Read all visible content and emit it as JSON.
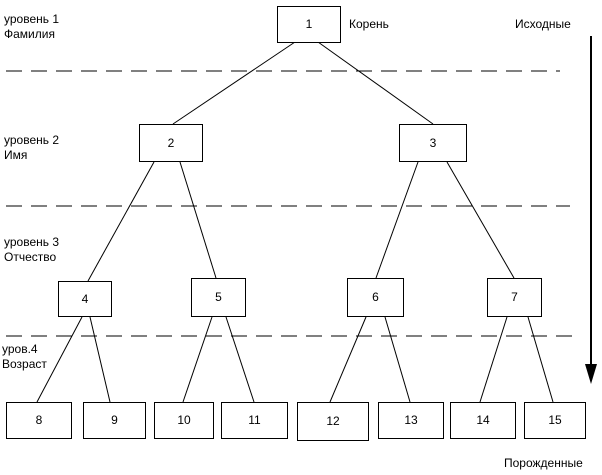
{
  "levels": {
    "level1": {
      "line1": "уровень 1",
      "line2": "Фамилия"
    },
    "level2": {
      "line1": "уровень 2",
      "line2": "Имя"
    },
    "level3": {
      "line1": "уровень 3",
      "line2": "Отчество"
    },
    "level4": {
      "line1": "уров.4",
      "line2": "Возраст"
    }
  },
  "root_label": "Корень",
  "direction": {
    "top": "Исходные",
    "bottom": "Порожденные"
  },
  "nodes": [
    "1",
    "2",
    "3",
    "4",
    "5",
    "6",
    "7",
    "8",
    "9",
    "10",
    "11",
    "12",
    "13",
    "14",
    "15"
  ],
  "colors": {
    "stroke": "#000000",
    "background": "#ffffff"
  }
}
